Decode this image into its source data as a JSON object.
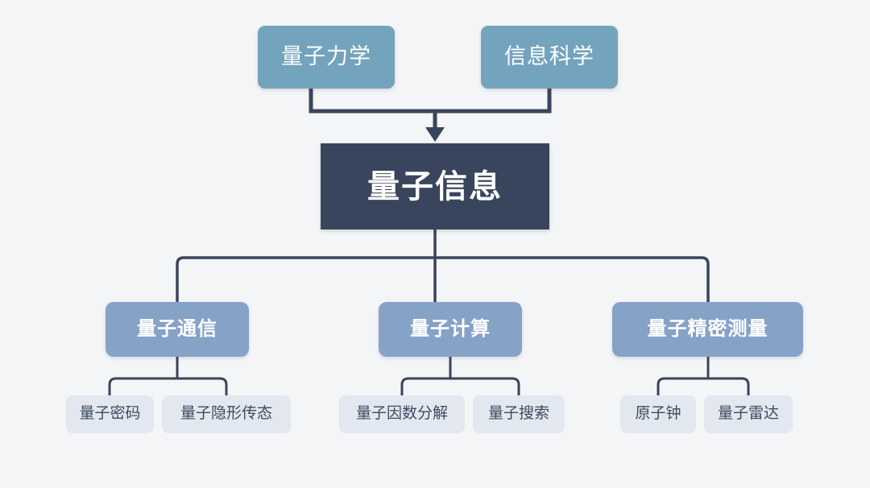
{
  "diagram": {
    "title": "量子信息",
    "background_color": "#f4f5f6",
    "connector_color": "#39455c",
    "levels": {
      "sources": {
        "fill": "#74a3bd",
        "text_color": "#ffffff",
        "items": [
          {
            "label": "量子力学"
          },
          {
            "label": "信息科学"
          }
        ]
      },
      "root": {
        "fill": "#39455c",
        "text_color": "#ffffff",
        "label": "量子信息"
      },
      "branches": {
        "fill": "#87a2c7",
        "text_color": "#ffffff",
        "items": [
          {
            "label": "量子通信"
          },
          {
            "label": "量子计算"
          },
          {
            "label": "量子精密测量"
          }
        ]
      },
      "leaves": {
        "fill": "#e3e8f0",
        "text_color": "#3d4a60",
        "items": [
          {
            "label": "量子密码"
          },
          {
            "label": "量子隐形传态"
          },
          {
            "label": "量子因数分解"
          },
          {
            "label": "量子搜索"
          },
          {
            "label": "原子钟"
          },
          {
            "label": "量子雷达"
          }
        ]
      }
    }
  }
}
